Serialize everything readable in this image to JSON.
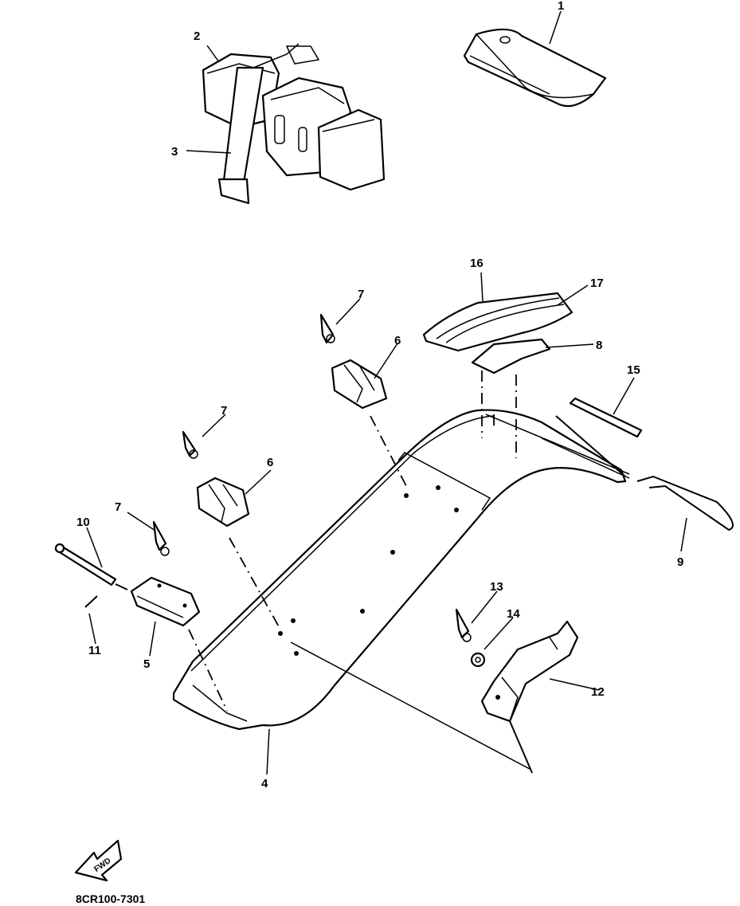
{
  "parts": {
    "p1": "1",
    "p2": "2",
    "p3": "3",
    "p4": "4",
    "p5": "5",
    "p6a": "6",
    "p6b": "6",
    "p7a": "7",
    "p7b": "7",
    "p7c": "7",
    "p8": "8",
    "p9": "9",
    "p10": "10",
    "p11": "11",
    "p12": "12",
    "p13": "13",
    "p14": "14",
    "p15": "15",
    "p16": "16",
    "p17": "17"
  },
  "front_arrow_text": "FWD",
  "diagram_code": "8CR100-7301"
}
